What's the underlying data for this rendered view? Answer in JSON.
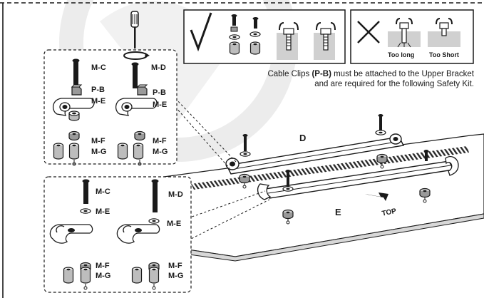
{
  "note": {
    "part1": "Cable Clips ",
    "code": "(P-B)",
    "part2": " must be attached to the Upper Bracket",
    "line2": "and are required for the following Safety Kit."
  },
  "legend": {
    "too_long": "Too long",
    "too_short": "Too Short"
  },
  "parts": {
    "mc": "M-C",
    "md": "M-D",
    "pb": "P-B",
    "me": "M-E",
    "mf": "M-F",
    "mg": "M-G"
  },
  "brackets": {
    "upper": "D",
    "lower": "E"
  },
  "direction": "TOP",
  "colors": {
    "ink": "#1a1a1a",
    "watermark": "#ececec",
    "hatch": "#2a2a2a",
    "panel": "#ffffff"
  }
}
